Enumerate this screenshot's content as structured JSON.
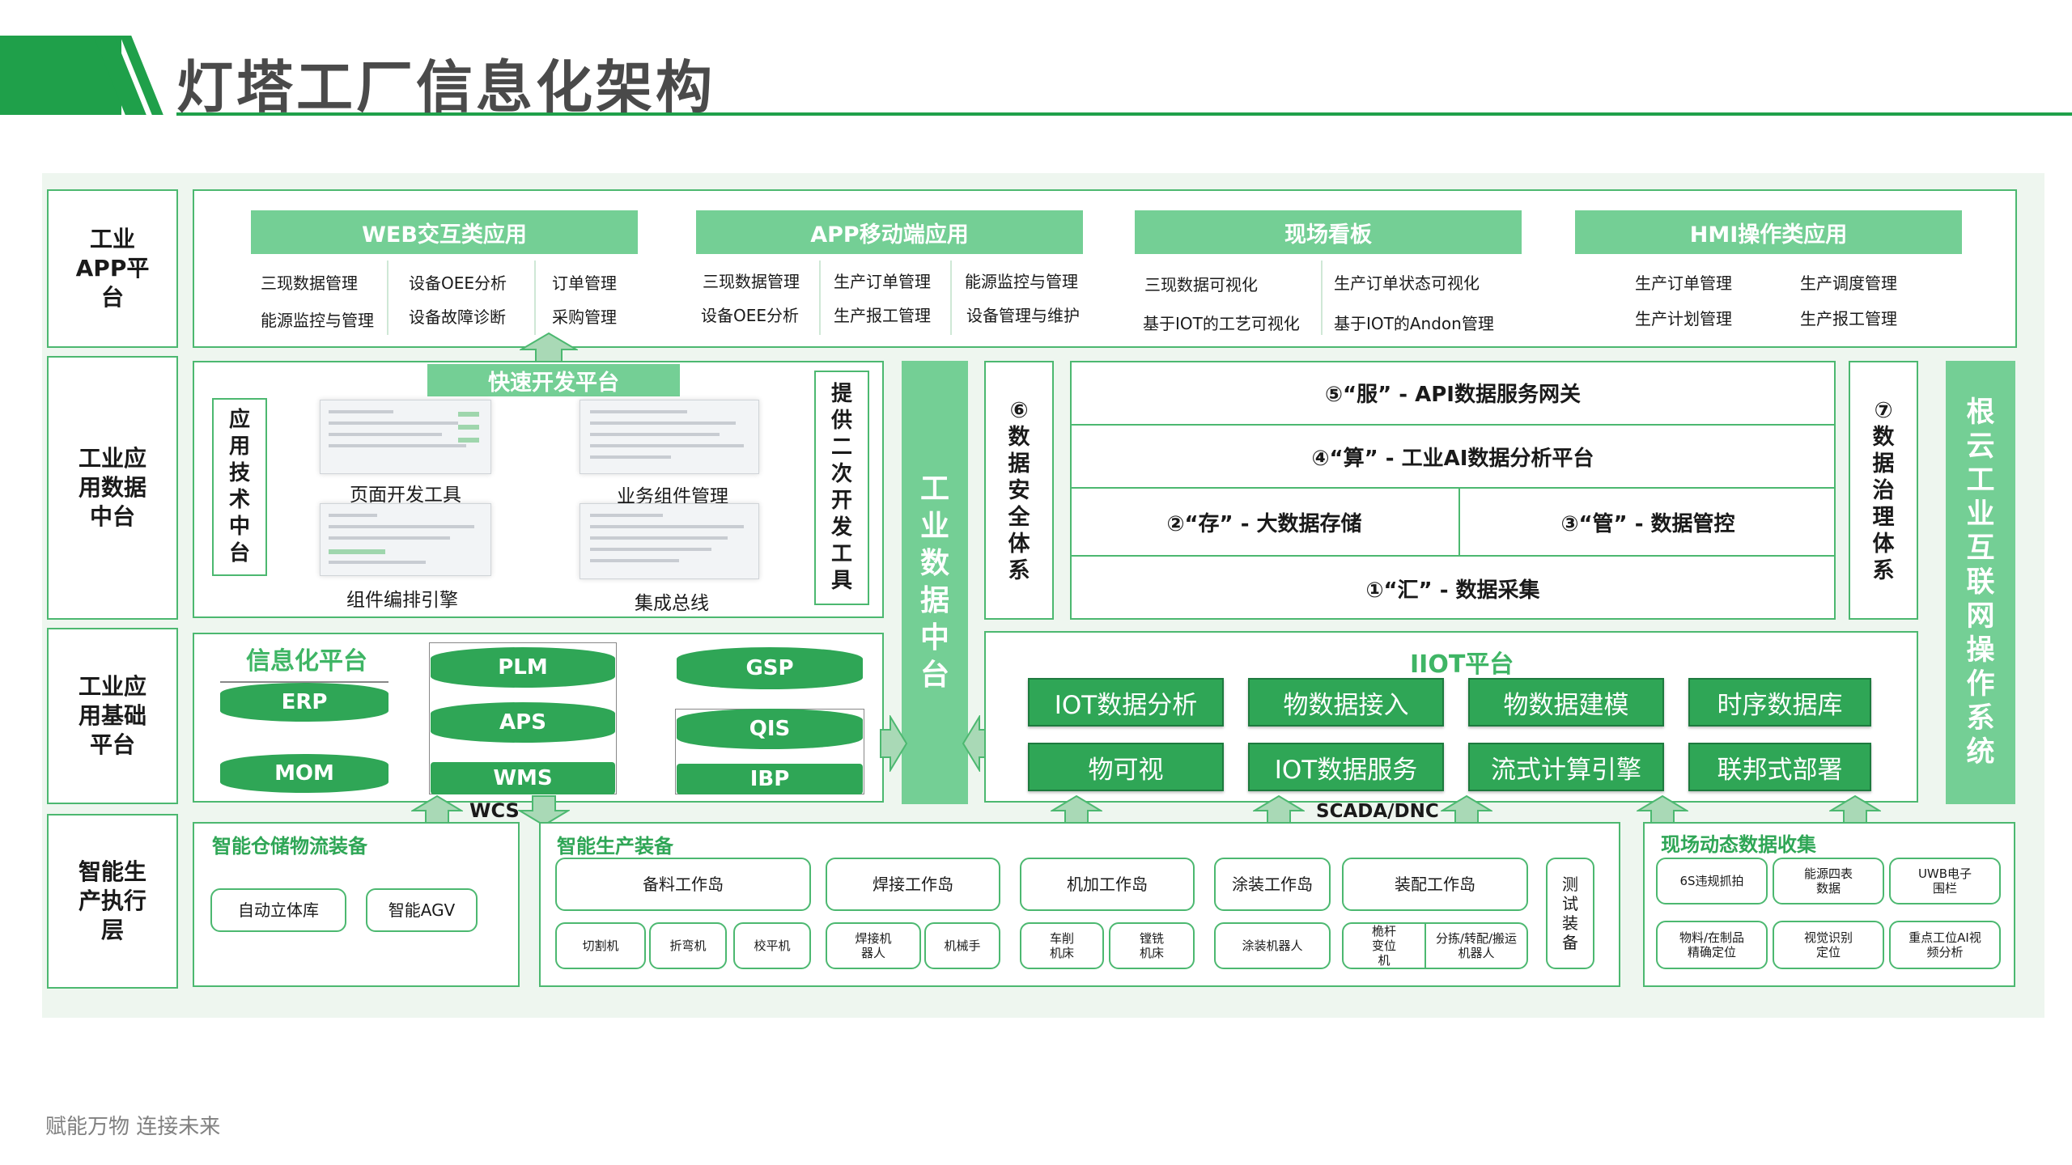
{
  "header": {
    "title": "灯塔工厂信息化架构"
  },
  "footer": {
    "slogan": "赋能万物  连接未来"
  },
  "layers": {
    "app": "工业APP平台",
    "data": "工业应用数据中台",
    "base": "工业应用基础平台",
    "exec": "智能生产执行层"
  },
  "app_platform": {
    "web": {
      "title": "WEB交互类应用",
      "items": [
        "三现数据管理",
        "设备OEE分析",
        "订单管理",
        "能源监控与管理",
        "设备故障诊断",
        "采购管理"
      ]
    },
    "mobile": {
      "title": "APP移动端应用",
      "items": [
        "三现数据管理",
        "生产订单管理",
        "能源监控与管理",
        "设备OEE分析",
        "生产报工管理",
        "设备管理与维护"
      ]
    },
    "board": {
      "title": "现场看板",
      "items": [
        "三现数据可视化",
        "生产订单状态可视化",
        "基于IOT的工艺可视化",
        "基于IOT的Andon管理"
      ]
    },
    "hmi": {
      "title": "HMI操作类应用",
      "items": [
        "生产订单管理",
        "生产调度管理",
        "生产计划管理",
        "生产报工管理"
      ]
    }
  },
  "data_platform": {
    "rapid_dev": "快速开发平台",
    "app_tech": "应用技术中台",
    "secondary_dev": "提供二次开发工具",
    "tools": [
      "页面开发工具",
      "业务组件管理",
      "组件编排引擎",
      "集成总线"
    ],
    "industrial_data": "工业数据中台",
    "security": "⑥数据安全体系",
    "governance": "⑦数据治理体系",
    "api": "⑤“服” - API数据服务网关",
    "ai": "④“算” - 工业AI数据分析平台",
    "store": "②“存” - 大数据存储",
    "manage": "③“管” - 数据管控",
    "collect": "①“汇” - 数据采集",
    "os": "根云工业互联网操作系统"
  },
  "base_platform": {
    "info_title": "信息化平台",
    "systems": [
      "ERP",
      "MOM",
      "PLM",
      "APS",
      "WMS",
      "GSP",
      "QIS",
      "IBP"
    ],
    "iiot_title": "IIOT平台",
    "iiot": [
      "IOT数据分析",
      "物数据接入",
      "物数据建模",
      "时序数据库",
      "物可视",
      "IOT数据服务",
      "流式计算引擎",
      "联邦式部署"
    ]
  },
  "connectors": {
    "wcs": "WCS",
    "scada": "SCADA/DNC"
  },
  "execution": {
    "warehouse": {
      "title": "智能仓储物流装备",
      "items": [
        "自动立体库",
        "智能AGV"
      ]
    },
    "production": {
      "title": "智能生产装备",
      "cells": [
        "备料工作岛",
        "焊接工作岛",
        "机加工作岛",
        "涂装工作岛",
        "装配工作岛"
      ],
      "machines": [
        "切割机",
        "折弯机",
        "校平机",
        "焊接机器人",
        "机械手",
        "车削机床",
        "镗铣机床",
        "涂装机器人",
        "桅杆变位机",
        "分拣/转配/搬运机器人"
      ],
      "test": "测试装备"
    },
    "collection": {
      "title": "现场动态数据收集",
      "items": [
        "6S违规抓拍",
        "能源四表数据",
        "UWB电子围栏",
        "物料/在制品精确定位",
        "视觉识别定位",
        "重点工位AI视频分析"
      ]
    }
  },
  "colors": {
    "brand": "#1fa04a",
    "light": "#74cf95",
    "dark": "#2fa656",
    "border": "#4cb870"
  }
}
